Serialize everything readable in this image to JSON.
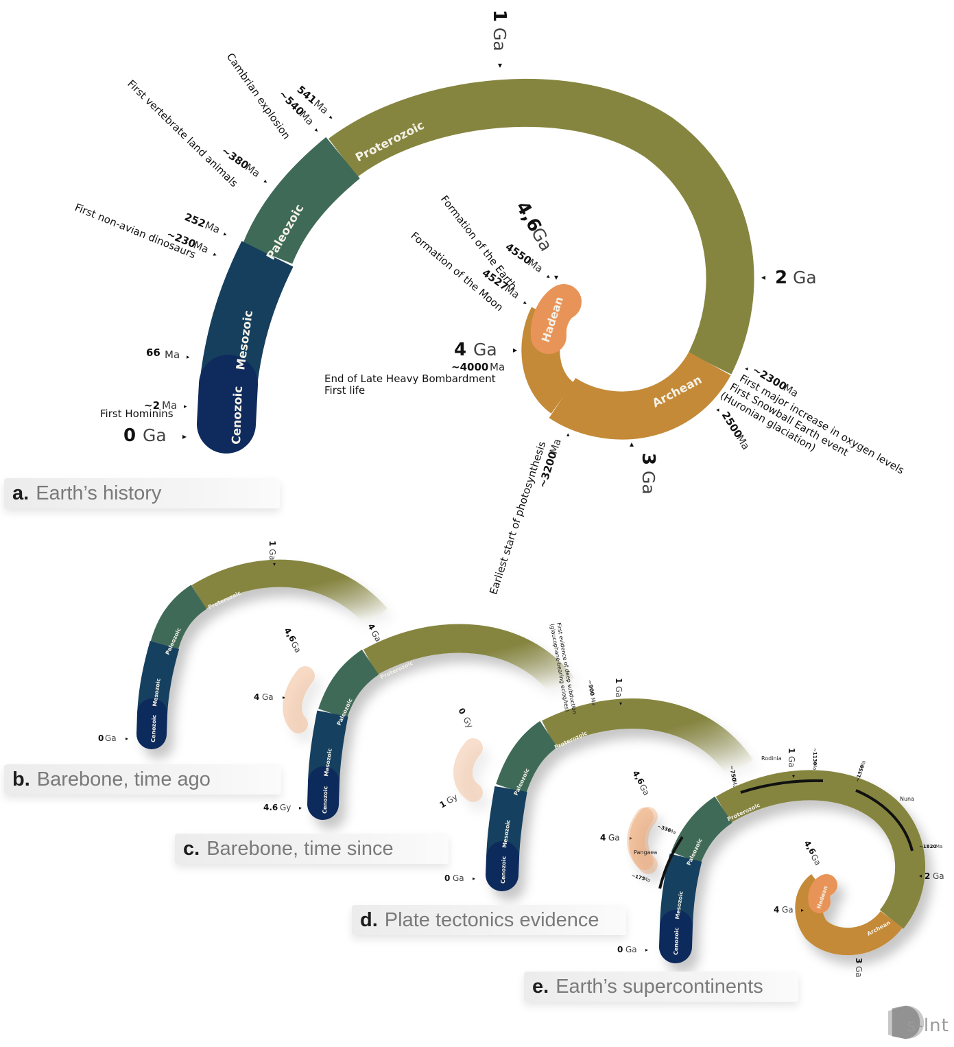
{
  "captions": [
    {
      "letter": "a.",
      "title": "Earth’s history"
    },
    {
      "letter": "b.",
      "title": "Barebone, time ago"
    },
    {
      "letter": "c.",
      "title": "Barebone, time since"
    },
    {
      "letter": "d.",
      "title": "Plate tectonics evidence"
    },
    {
      "letter": "e.",
      "title": "Earth’s supercontinents"
    }
  ],
  "eras": [
    "Cenozoic",
    "Mesozoic",
    "Paleozoic",
    "Proterozoic",
    "Archean",
    "Hadean"
  ],
  "colors": {
    "cenozoic": "#0f2a5c",
    "mesozoic": "#163f5e",
    "paleozoic": "#3f6a58",
    "proterozoic": "#868540",
    "archean": "#c48a38",
    "hadean": "#e89458"
  },
  "spiral_a": {
    "ticks": [
      {
        "num": "0",
        "unit": "Ga"
      },
      {
        "num": "1",
        "unit": "Ga"
      },
      {
        "num": "2",
        "unit": "Ga"
      },
      {
        "num": "3",
        "unit": "Ga"
      },
      {
        "num": "4",
        "unit": "Ga"
      },
      {
        "num": "4,6",
        "unit": "Ga"
      }
    ],
    "events": {
      "e2ma": {
        "value": "~2",
        "unit": "Ma",
        "label": "First Hominins"
      },
      "e66": {
        "value": "66",
        "unit": "Ma"
      },
      "e230": {
        "value": "~230",
        "unit": "Ma",
        "label": "First non-avian dinosaurs"
      },
      "e252": {
        "value": "252",
        "unit": "Ma"
      },
      "e380": {
        "value": "~380",
        "unit": "Ma",
        "label": "First vertebrate land animals"
      },
      "e540": {
        "value": "~540",
        "unit": "Ma",
        "label": "Cambrian explosion"
      },
      "e541": {
        "value": "541",
        "unit": "Ma"
      },
      "e2300": {
        "value": "~2300",
        "unit": "Ma",
        "lines": [
          "First major increase in oxygen levels",
          "First Snowball Earth event",
          "(Huronian glaciation)"
        ]
      },
      "e2500": {
        "value": "2500",
        "unit": "Ma"
      },
      "e3200": {
        "value": "~3200",
        "unit": "Ma",
        "label": "Earliest start of photosynthesis"
      },
      "e4000": {
        "value": "~4000",
        "unit": "Ma",
        "lines": [
          "End of Late Heavy Bombardment",
          "First life"
        ]
      },
      "e4527": {
        "value": "4527",
        "unit": "Ma",
        "label": "Formation of the Moon"
      },
      "e4550": {
        "value": "4550",
        "unit": "Ma",
        "label": "Formation of the Earth"
      }
    }
  },
  "spiral_b": {
    "t0": "0",
    "t1": "1",
    "t4": "4",
    "t46": "4,6",
    "unit": "Ga"
  },
  "spiral_c": {
    "t46": "4.6",
    "t4": "4",
    "t1": "1",
    "t0": "0",
    "unitGy": "Gy",
    "unitGa": "Ga"
  },
  "spiral_d": {
    "t0": "0",
    "t1": "1",
    "t4": "4",
    "unit": "Ga",
    "e900": {
      "value": "~900",
      "unit": "Ma",
      "lines": [
        "First evidence of deep subduction",
        "(glaucophane-bearing eclogites)"
      ]
    },
    "e750": {
      "value": "~750",
      "unit": "Ma"
    }
  },
  "spiral_e": {
    "t0": "0",
    "t1": "1",
    "t2": "2",
    "t3": "3",
    "t4": "4",
    "t46": "4,6",
    "unit": "Ga",
    "supercontinents": [
      "Pangaea",
      "Rodinia",
      "Nuna"
    ],
    "e175": {
      "value": "~175",
      "unit": "Ma"
    },
    "e336": {
      "value": "~336",
      "unit": "Ma"
    },
    "e1130": {
      "value": "~1130",
      "unit": "Ma"
    },
    "e1350": {
      "value": "~1350",
      "unit": "Ma"
    },
    "e1820": {
      "value": "~1820",
      "unit": "Ma"
    }
  },
  "logo": {
    "text": "s-lnt"
  }
}
